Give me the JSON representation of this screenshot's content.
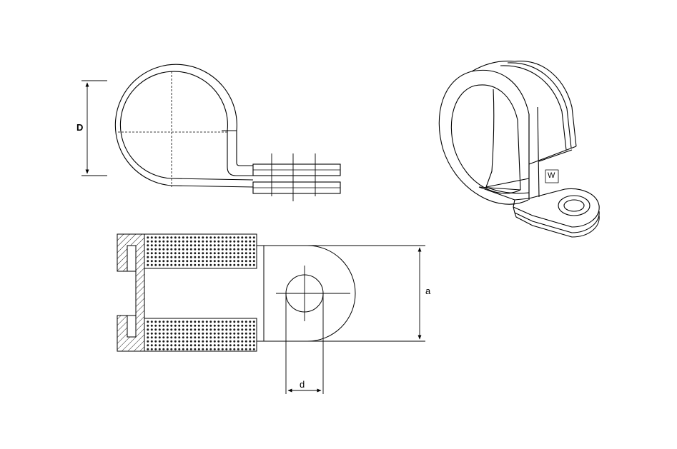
{
  "labels": {
    "diameter_outer": "D",
    "height": "a",
    "hole_diameter": "d"
  },
  "iso_view": {
    "marking_glyph": "W"
  },
  "colors": {
    "line": "#000000",
    "dot": "#1a1a1a",
    "background": "#ffffff"
  }
}
